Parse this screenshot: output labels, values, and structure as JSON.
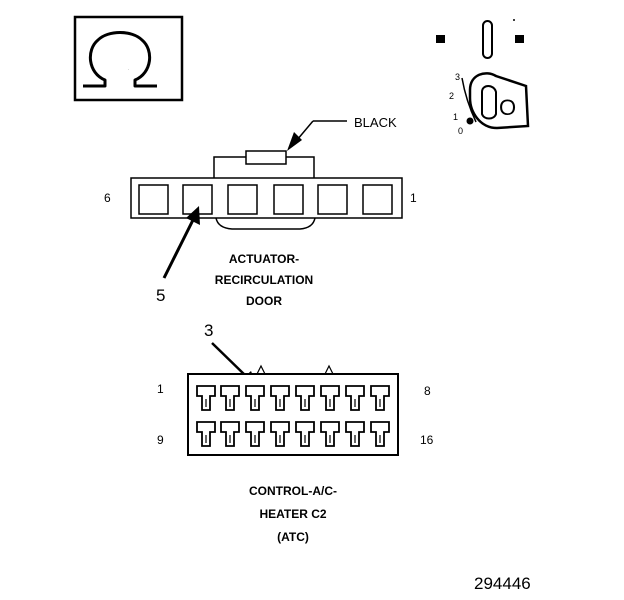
{
  "ohm_symbol": "Ω",
  "ignition_switch": {
    "positions": [
      "3",
      "2",
      "1",
      "0"
    ],
    "key_label": "O"
  },
  "connector_top": {
    "wire_color_label": "BLACK",
    "pin_left_label": "6",
    "pin_right_label": "1",
    "callout_number": "5",
    "caption_lines": [
      "ACTUATOR-",
      "RECIRCULATION",
      "DOOR"
    ]
  },
  "connector_bottom": {
    "callout_number": "3",
    "pin_top_left": "1",
    "pin_top_right": "8",
    "pin_bottom_left": "9",
    "pin_bottom_right": "16",
    "caption_lines": [
      "CONTROL-A/C-",
      "HEATER C2",
      "(ATC)"
    ]
  },
  "figure_number": "294446"
}
